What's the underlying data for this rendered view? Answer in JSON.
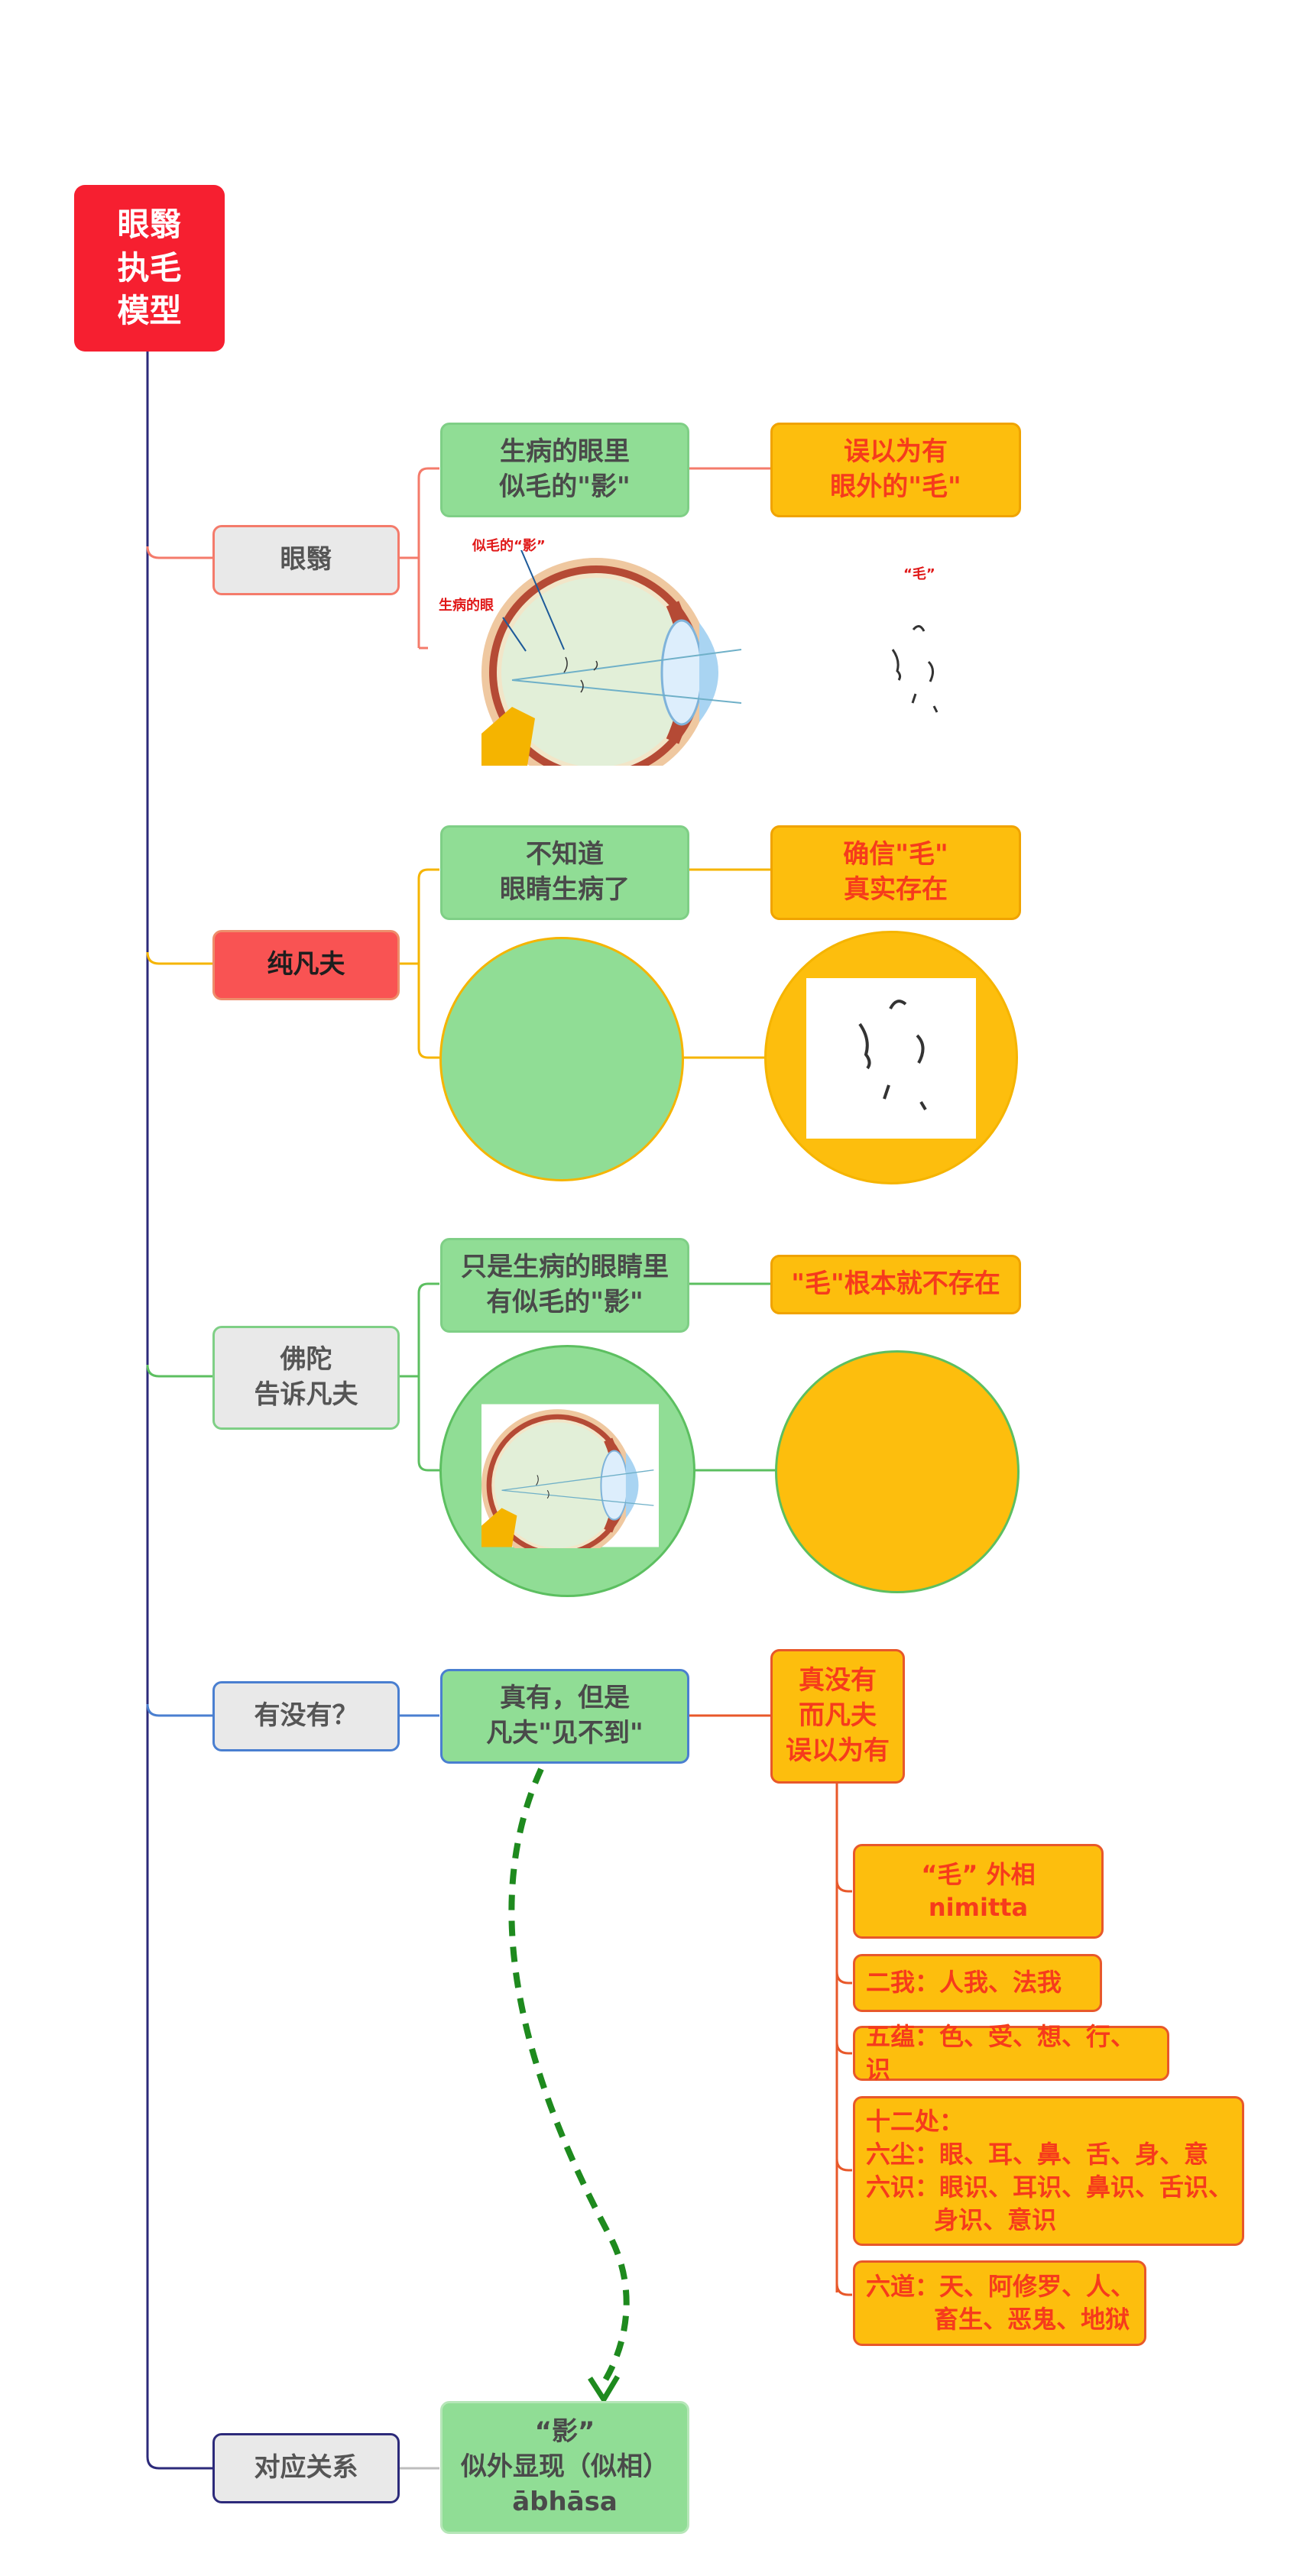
{
  "root": {
    "label": "眼翳\n执毛\n模型"
  },
  "branches": [
    {
      "id": "yanyi",
      "label": "眼翳"
    },
    {
      "id": "chunfanfu",
      "label": "纯凡夫"
    },
    {
      "id": "fotuo",
      "label": "佛陀\n告诉凡夫"
    },
    {
      "id": "youmeiyou",
      "label": "有没有？"
    },
    {
      "id": "duiying",
      "label": "对应关系"
    }
  ],
  "yanyi": {
    "left": "生病的眼里\n似毛的\"影\"",
    "right": "误以为有\n眼外的\"毛\"",
    "eye_label_shadow": "似毛的“影”",
    "eye_label_eye": "生病的眼",
    "hair_label": "“毛”"
  },
  "chunfanfu": {
    "left": "不知道\n眼睛生病了",
    "right": "确信\"毛\"\n真实存在"
  },
  "fotuo": {
    "left": "只是生病的眼睛里\n有似毛的\"影\"",
    "right": "\"毛\"根本就不存在"
  },
  "youmeiyou": {
    "left": "真有，但是\n凡夫\"见不到\"",
    "right": "真没有\n而凡夫\n误以为有",
    "items": [
      "“毛” 外相\nnimitta",
      "二我：人我、法我",
      "五蕴：色、受、想、行、识",
      "十二处：\n六尘：眼、耳、鼻、舌、身、意\n六识：眼识、耳识、鼻识、舌识、\n        身识、意识",
      "六道：天、阿修罗、人、\n        畜生、恶鬼、地狱"
    ]
  },
  "duiying": {
    "box": "“影”\n似外显现（似相）\nābhāsa"
  },
  "colors": {
    "root": "#f61f30",
    "green": "#90dd95",
    "gold": "#fdbe0d",
    "red_text": "#f63b1c",
    "trunk": "#2c2a7a"
  }
}
